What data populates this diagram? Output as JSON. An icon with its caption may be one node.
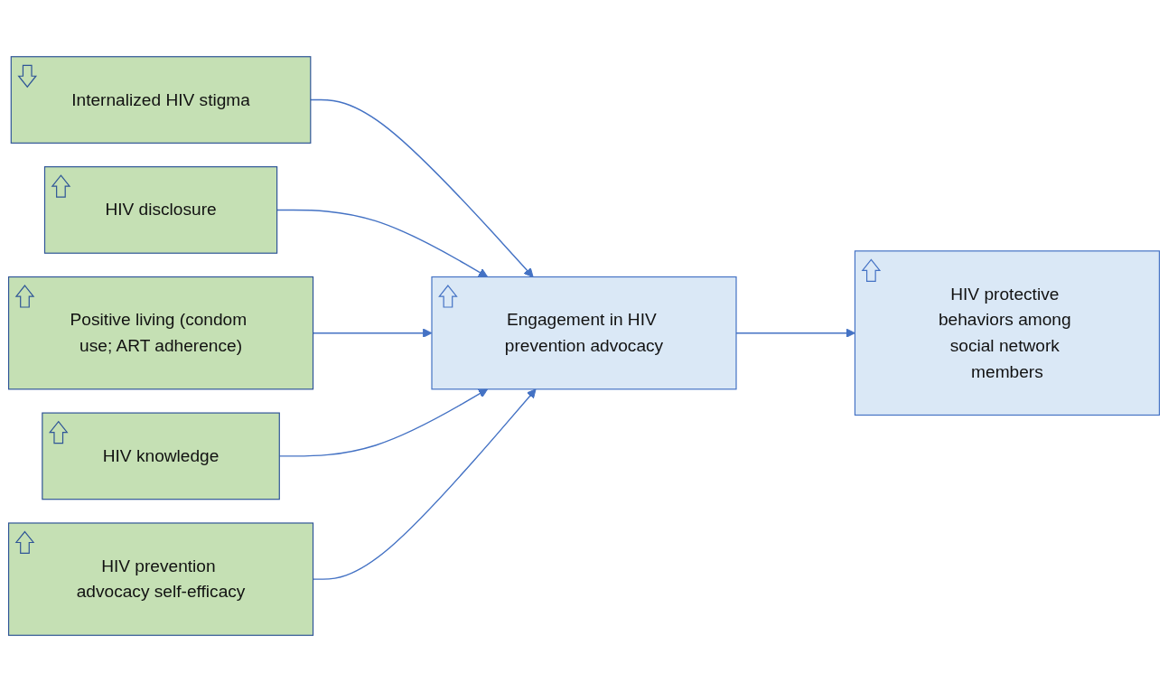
{
  "diagram": {
    "nodes": [
      {
        "text": [
          "Internalized HIV stigma"
        ]
      },
      {
        "text": [
          "HIV disclosure"
        ]
      },
      {
        "text": [
          "Positive living (condom use; ART adherence)"
        ]
      },
      {
        "text": [
          "HIV knowledge"
        ]
      },
      {
        "text": [
          "HIV prevention advocacy self-efficacy"
        ]
      },
      {
        "text": [
          "Engagement in HIV prevention advocacy"
        ]
      },
      {
        "text": [
          "HIV protective behaviors among social network members"
        ]
      }
    ],
    "edges": [
      {
        "from": 0,
        "to": 5,
        "arrow": "to"
      },
      {
        "from": 1,
        "to": 5,
        "arrow": "to"
      },
      {
        "from": 2,
        "to": 5,
        "arrow": "to"
      },
      {
        "from": 3,
        "to": 5,
        "arrow": "to"
      },
      {
        "from": 4,
        "to": 5,
        "arrow": "to"
      },
      {
        "from": 5,
        "to": 6,
        "arrow": "to"
      }
    ]
  }
}
